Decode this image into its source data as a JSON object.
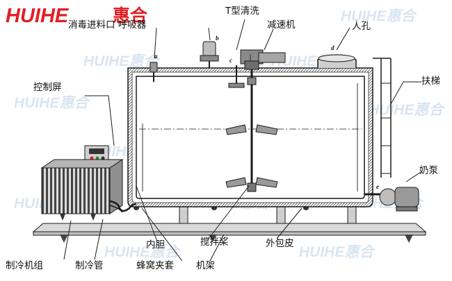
{
  "logo": {
    "latin": "HUIHE",
    "cjk": "惠合"
  },
  "watermark": "HUIHE惠合",
  "labels": {
    "breather_sensor": "消毒进料口 呼吸器",
    "t_clean": "T型清洗",
    "reducer": "减速机",
    "manhole": "人孔",
    "control_screen": "控制屏",
    "ladder": "扶梯",
    "milk_pump": "奶泵",
    "inner_tank": "内胆",
    "agitator": "搅拌桨",
    "outer_skin": "外包皮",
    "refrig_unit": "制冷机组",
    "refrig_pipe": "制冷管",
    "honeycomb_jacket": "蜂窝夹套",
    "frame": "机架"
  },
  "point_marks": {
    "a": "a",
    "b": "b",
    "c": "c",
    "d": "d",
    "e": "e"
  },
  "colors": {
    "brand": "#e31e24",
    "line": "#1a1a1a",
    "equipment": "#8a8a8a",
    "jacket": "#5a5a5a",
    "watermark": "#bcd0e6"
  }
}
